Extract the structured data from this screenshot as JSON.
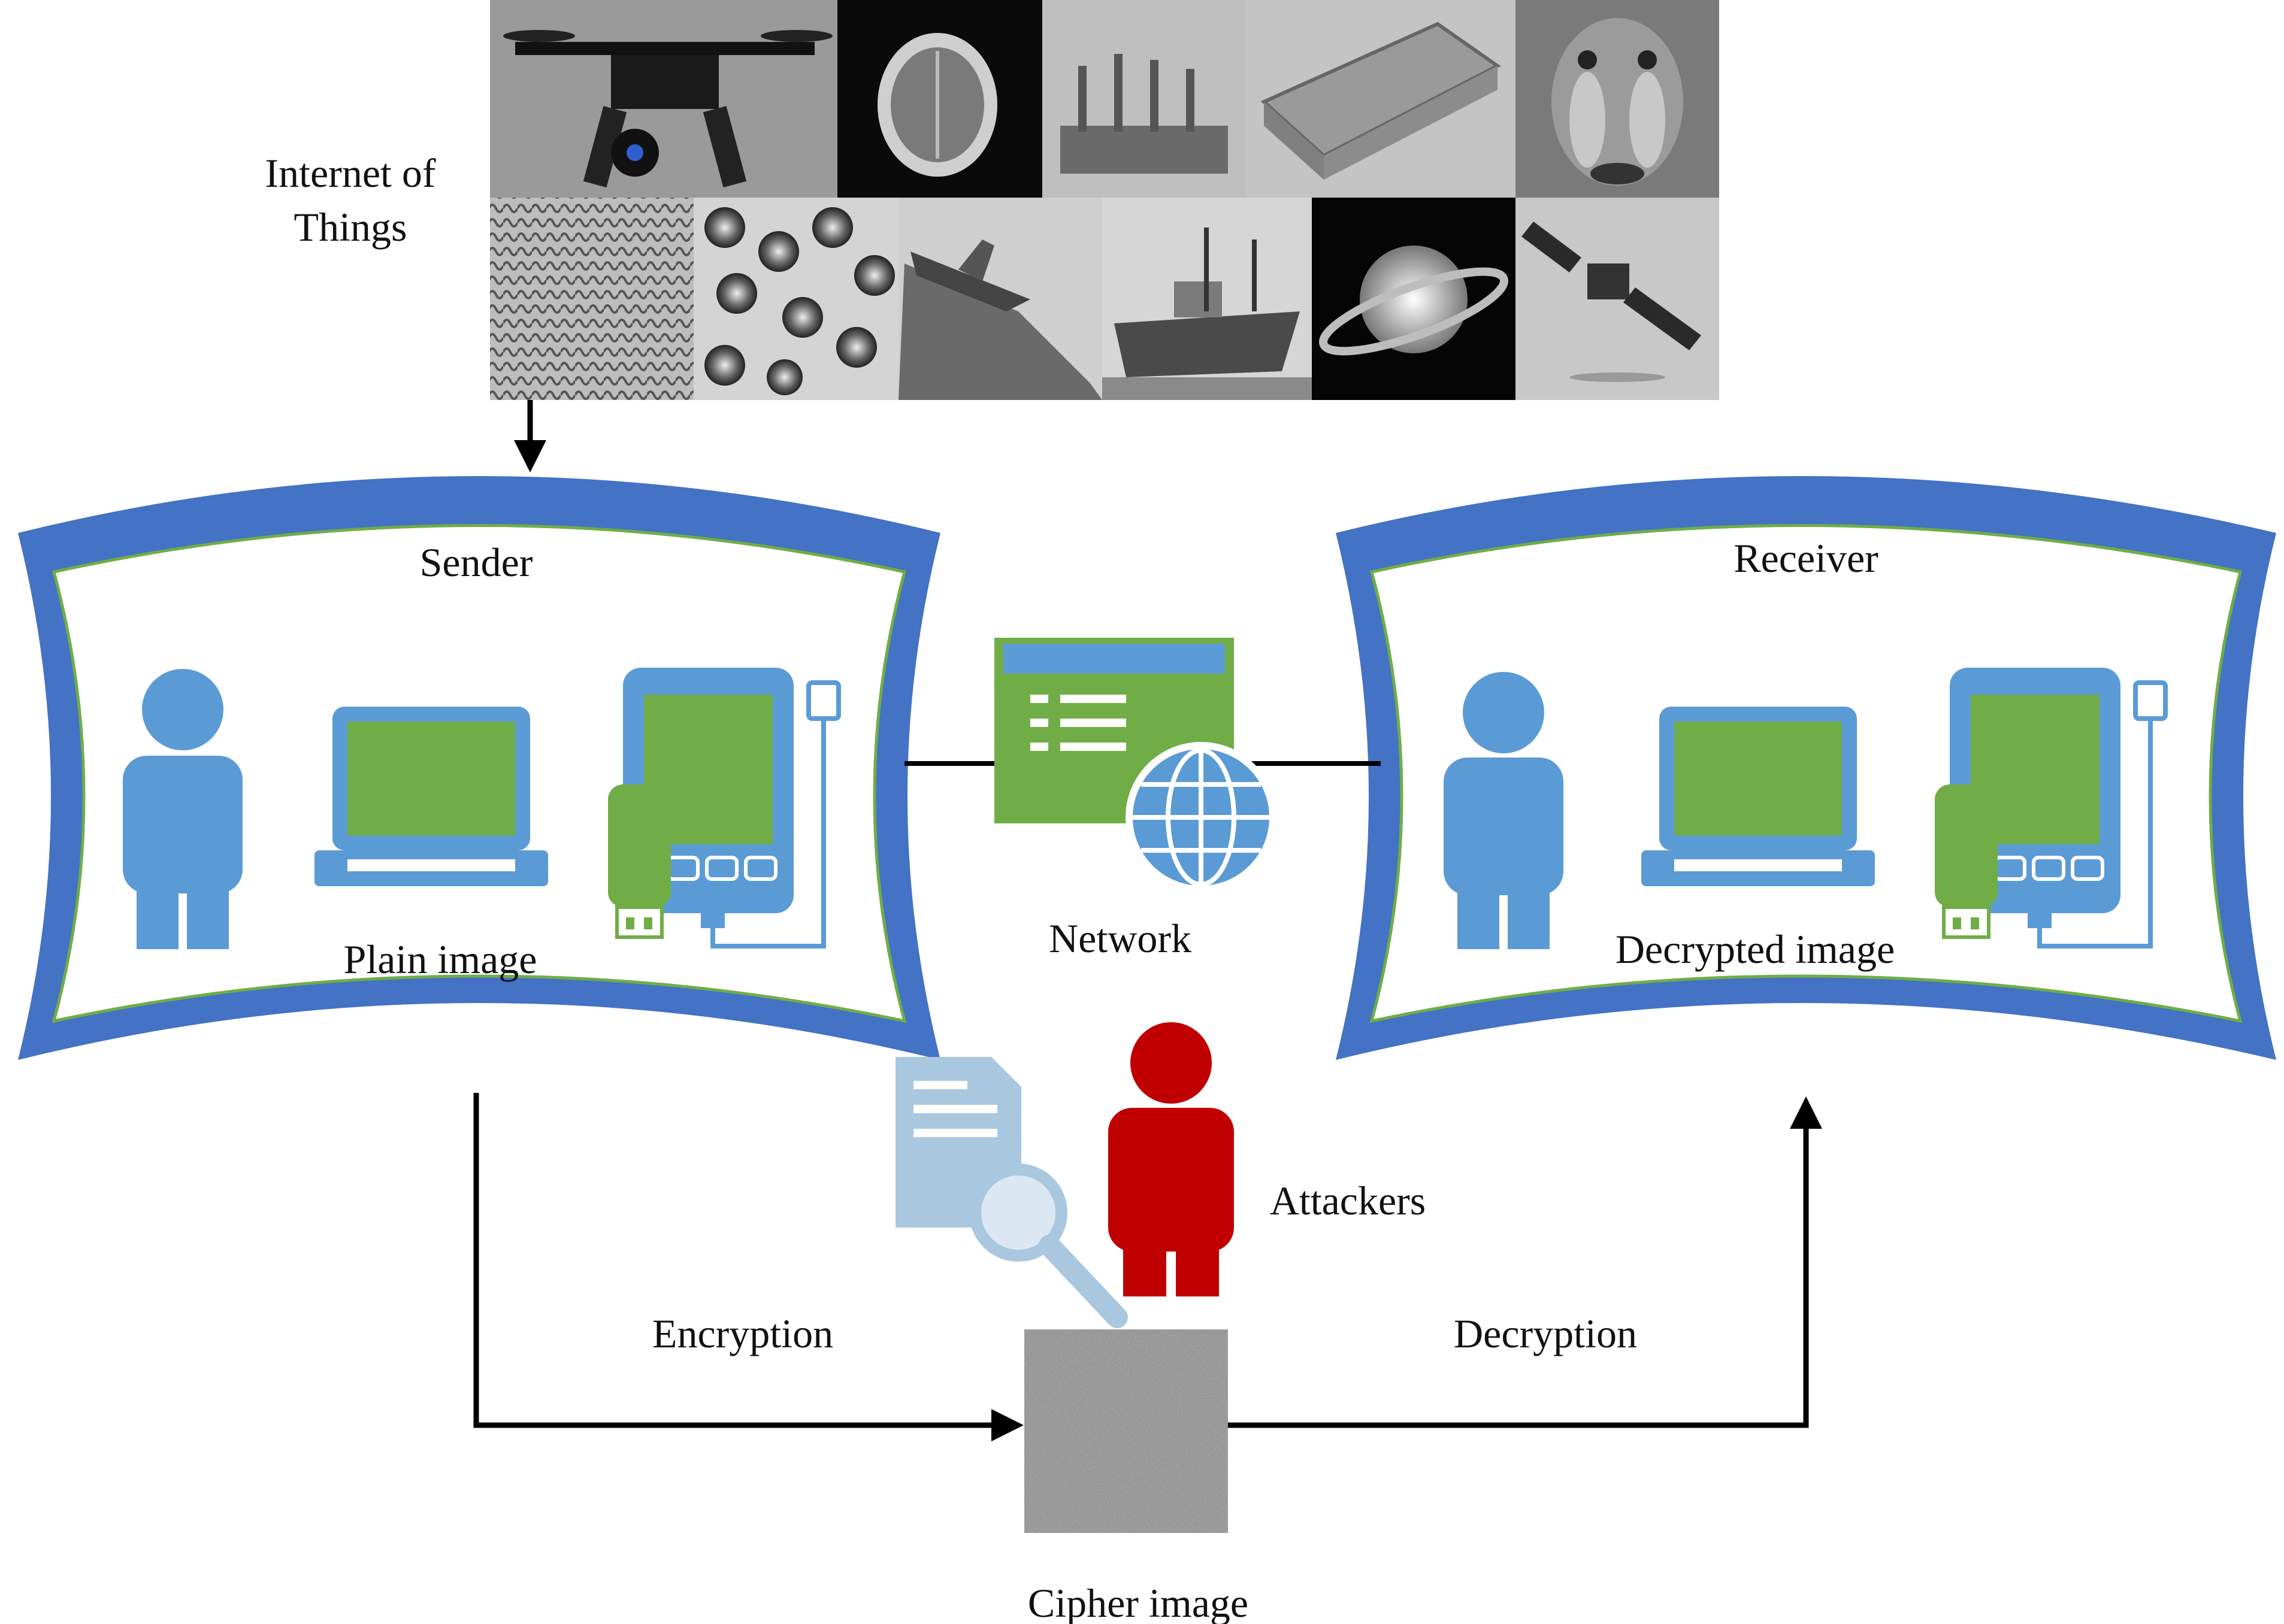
{
  "labels": {
    "iot_line1": "Internet of",
    "iot_line2": "Things",
    "sender": "Sender",
    "receiver": "Receiver",
    "plain_image": "Plain image",
    "decrypted_image": "Decrypted image",
    "network": "Network",
    "attackers": "Attackers",
    "encryption": "Encryption",
    "decryption": "Decryption",
    "cipher_image": "Cipher image"
  },
  "iot_thumbnails": [
    "drone",
    "brain-mri",
    "router",
    "electronic-module",
    "baboon-face",
    "fingerprint",
    "blood-cells",
    "fighter-jet",
    "ship",
    "saturn",
    "satellite"
  ],
  "colors": {
    "frame_blue": "#4472c4",
    "frame_green_border": "#70ad47",
    "device_blue": "#5b9bd5",
    "device_green": "#70ad47",
    "attacker_red": "#c00000",
    "document_light_blue": "#a9c8e0",
    "arrow_black": "#000000"
  }
}
